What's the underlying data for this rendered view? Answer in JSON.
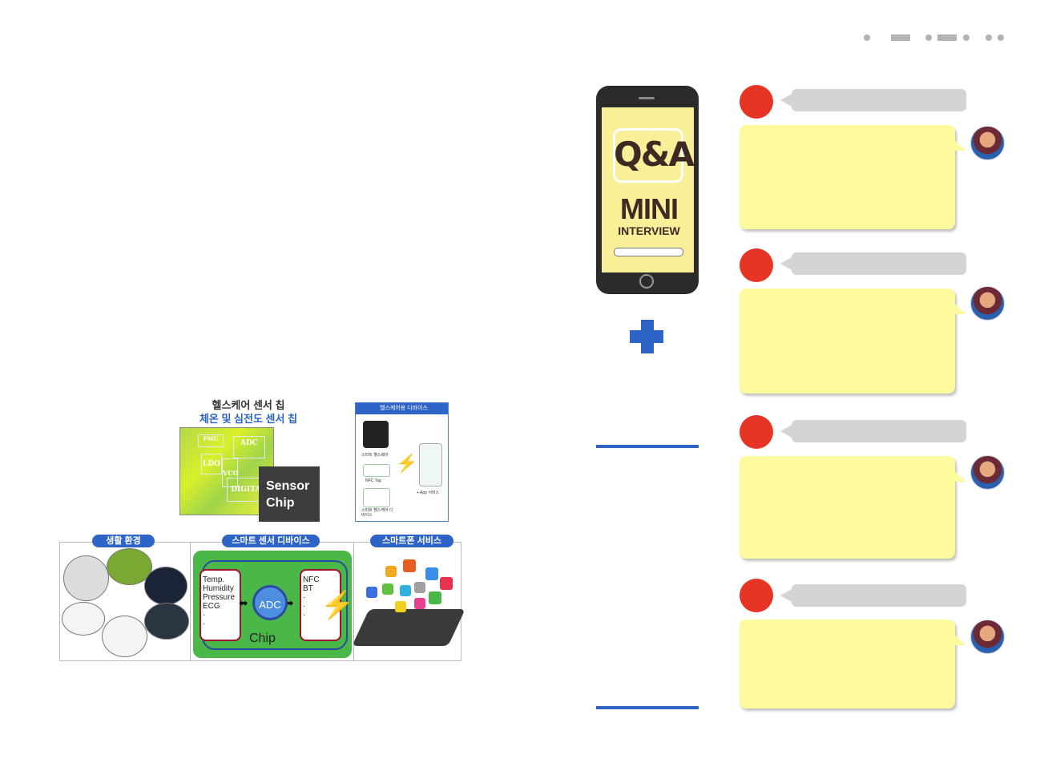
{
  "figure": {
    "title_line1": "헬스케어 센서 칩",
    "title_line2": "체온 및 심전도 센서 칩",
    "die_labels": {
      "adc": "ADC",
      "ldo": "LDO",
      "vco": "VCO",
      "digital": "DIGITAL",
      "pmu": "PMU"
    },
    "sensor_chip_line1": "Sensor",
    "sensor_chip_line2": "Chip",
    "device_card": {
      "header": "헬스케어용 디바이스",
      "item1": "스마트 헬스웨어",
      "item2": "NFC Tag",
      "item3": "스마트 헬스케어 디바이스",
      "app": "+ App 서비스"
    },
    "panel_titles": [
      "생활 환경",
      "스마트 센서 디바이스",
      "스마트폰 서비스"
    ],
    "sensor_list": [
      "Temp.",
      "Humidity",
      "Pressure",
      "ECG",
      "·",
      "·"
    ],
    "comm_list": [
      "NFC",
      "BT",
      "·",
      "·",
      "·"
    ],
    "adc_label": "ADC",
    "chip_label": "Chip"
  },
  "phone": {
    "qa_label": "Q&A",
    "mini_label": "MINI",
    "interview_label": "INTERVIEW"
  },
  "colors": {
    "accent_blue": "#2e63c7",
    "question_red": "#e63524",
    "answer_yellow": "#fdfa9e"
  }
}
